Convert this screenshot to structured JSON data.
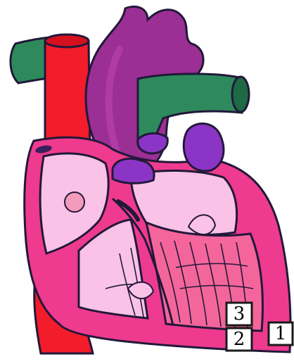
{
  "diagram": {
    "colors": {
      "aorta": "#9b2f93",
      "aorta_light": "#b03ba6",
      "vena_cava": "#f21c2a",
      "pulmonary_vessel": "#2e8a5c",
      "pulmonary_vessel_dark": "#1d6a44",
      "outer_wall": "#ee3b8f",
      "chamber_light": "#f9c2e6",
      "muscle": "#f4669b",
      "muscle_dark": "#d34f86",
      "valve": "#8b35c6",
      "outline": "#22183a"
    },
    "labels": [
      {
        "id": "label-1",
        "text": "1"
      },
      {
        "id": "label-2",
        "text": "2"
      },
      {
        "id": "label-3",
        "text": "3"
      }
    ]
  }
}
